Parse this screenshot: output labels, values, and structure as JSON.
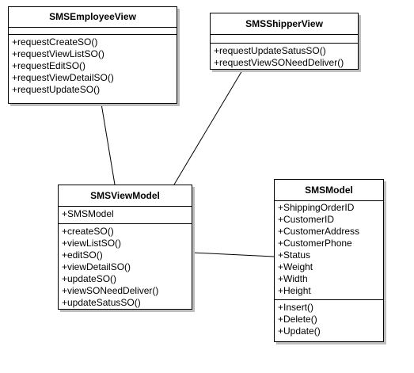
{
  "diagram": {
    "classes": {
      "employee_view": {
        "name": "SMSEmployeeView",
        "attributes": [],
        "operations": [
          "+requestCreateSO()",
          "+requestViewListSO()",
          "+requestEditSO()",
          "+requestViewDetailSO()",
          "+requestUpdateSO()"
        ]
      },
      "shipper_view": {
        "name": "SMSShipperView",
        "attributes": [],
        "operations": [
          "+requestUpdateSatusSO()",
          "+requestViewSONeedDeliver()"
        ]
      },
      "view_model": {
        "name": "SMSViewModel",
        "attributes": [
          "+SMSModel"
        ],
        "operations": [
          "+createSO()",
          "+viewListSO()",
          "+editSO()",
          "+viewDetailSO()",
          "+updateSO()",
          "+viewSONeedDeliver()",
          "+updateSatusSO()"
        ]
      },
      "model": {
        "name": "SMSModel",
        "attributes": [
          "+ShippingOrderID",
          "+CustomerID",
          "+CustomerAddress",
          "+CustomerPhone",
          "+Status",
          "+Weight",
          "+Width",
          "+Height"
        ],
        "operations": [
          "+Insert()",
          "+Delete()",
          "+Update()"
        ]
      }
    },
    "associations": [
      {
        "from": "SMSEmployeeView",
        "to": "SMSViewModel"
      },
      {
        "from": "SMSShipperView",
        "to": "SMSViewModel"
      },
      {
        "from": "SMSViewModel",
        "to": "SMSModel"
      }
    ],
    "colors": {
      "border": "#000000",
      "shadow": "#bdbdbd",
      "background": "#ffffff"
    }
  }
}
